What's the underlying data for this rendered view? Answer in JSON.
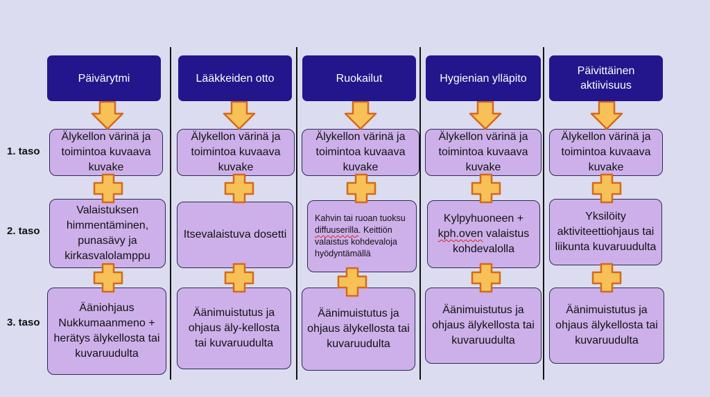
{
  "levels": [
    "1. taso",
    "2. taso",
    "3. taso"
  ],
  "columns": [
    {
      "header": "Päivärytmi",
      "level1": "Älykellon värinä ja toimintoa kuvaava kuvake",
      "level2": "Valaistuksen himmentäminen, punasävy ja kirkasvalolamppu",
      "level3": "Ääniohjaus Nukkumaanmeno + herätys älykellosta tai kuvaruudulta"
    },
    {
      "header": "Lääkkeiden otto",
      "level1": "Älykellon värinä ja toimintoa kuvaava kuvake",
      "level2": "Itsevalaistuva dosetti",
      "level3": "Äänimuistutus ja ohjaus äly-kellosta tai kuvaruudulta"
    },
    {
      "header": "Ruokailut",
      "level1": "Älykellon värinä ja toimintoa kuvaava kuvake",
      "level2_line1": "Kahvin tai ruoan tuoksu ",
      "level2_underlined": "diffuuserilla",
      "level2_line2": ". Keittiön valaistus kohdevaloja hyödyntämällä",
      "level3": "Äänimuistutus ja ohjaus älykellosta tai kuvaruudulta"
    },
    {
      "header": "Hygienian ylläpito",
      "level1": "Älykellon värinä ja toimintoa kuvaava kuvake",
      "level2_line1": "Kylpyhuoneen + ",
      "level2_underlined": "kph.oven",
      "level2_line2": " valaistus kohdevalolla",
      "level3": "Äänimuistutus ja ohjaus älykellosta tai kuvaruudulta"
    },
    {
      "header": "Päivittäinen aktiivisuus",
      "level1": "Älykellon värinä ja toimintoa kuvaava kuvake",
      "level2": "Yksilöity aktiviteettiohjaus tai liikunta kuvaruudulta",
      "level3": "Äänimuistutus ja ohjaus älykellosta tai kuvaruudulta"
    }
  ],
  "colors": {
    "background": "#dcdcf0",
    "header_fill": "#23168c",
    "box_fill": "#cdb0ea",
    "connector_fill": "#f7c158",
    "connector_stroke": "#d4691a"
  },
  "icons": [
    "down-arrow-icon",
    "plus-icon"
  ]
}
